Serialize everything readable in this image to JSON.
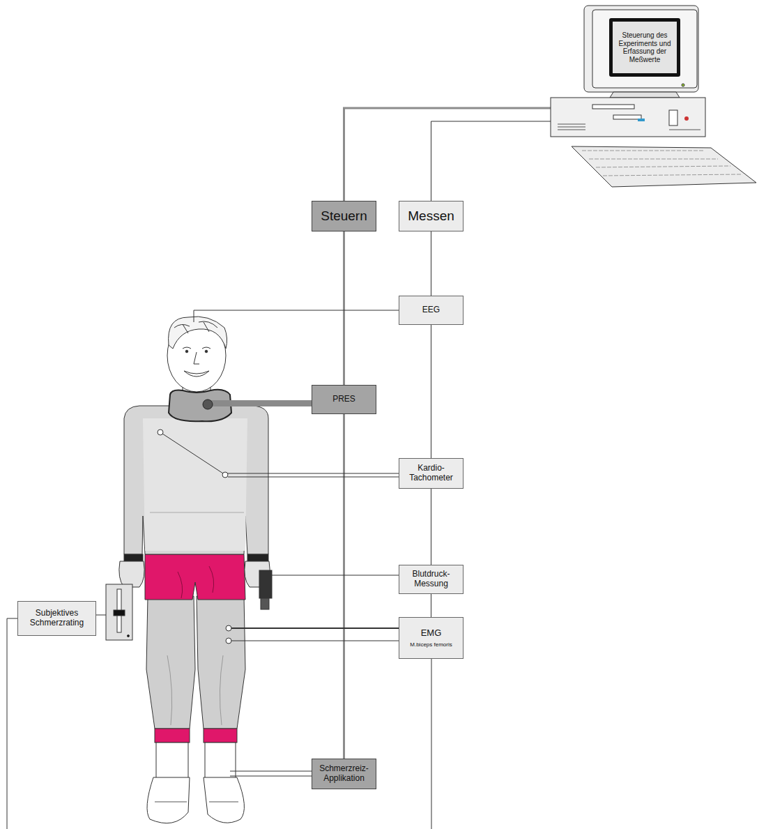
{
  "diagram": {
    "nodes": [
      {
        "text": [
          "Steuerung des Experiments und Erfassung der Meßwerte"
        ]
      },
      {
        "text": [
          "Steuern"
        ]
      },
      {
        "text": [
          "Messen"
        ]
      },
      {
        "text": [
          "EEG"
        ]
      },
      {
        "text": [
          "PRES"
        ]
      },
      {
        "text": [
          "Kardio- Tachometer"
        ]
      },
      {
        "text": [
          "Blutdruck- Messung"
        ]
      },
      {
        "text": [
          "EMG",
          "M.biceps femoris"
        ]
      },
      {
        "text": [
          "Schmerzreiz- Applikation"
        ]
      },
      {
        "text": [
          "Subjektives Schmerzrating"
        ]
      }
    ],
    "edges": [
      {
        "from": 0,
        "to": 1,
        "arrow": "none"
      },
      {
        "from": 0,
        "to": 2,
        "arrow": "none"
      },
      {
        "from": 1,
        "to": 4,
        "arrow": "none"
      },
      {
        "from": 4,
        "to": 8,
        "arrow": "none"
      },
      {
        "from": 2,
        "to": 3,
        "arrow": "none"
      },
      {
        "from": 3,
        "to": 5,
        "arrow": "none"
      },
      {
        "from": 5,
        "to": 6,
        "arrow": "none"
      },
      {
        "from": 6,
        "to": 7,
        "arrow": "none"
      }
    ]
  }
}
